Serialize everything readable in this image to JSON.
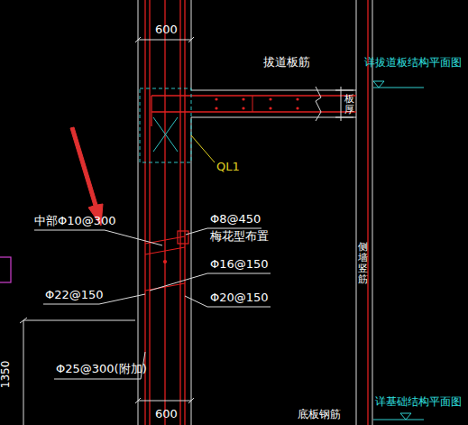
{
  "diagram": {
    "labels": [
      "600",
      "拔道板筋",
      "详拔道板结构平面图",
      "板厚",
      "QL1",
      "中部Φ10@300",
      "Φ8@450",
      "梅花型布置",
      "Φ16@150",
      "Φ22@150",
      "Φ20@150",
      "Φ25@300(附加)",
      "1350",
      "侧墙竖筋",
      "600",
      "底板钢筋",
      "详基础结构平面图"
    ]
  }
}
